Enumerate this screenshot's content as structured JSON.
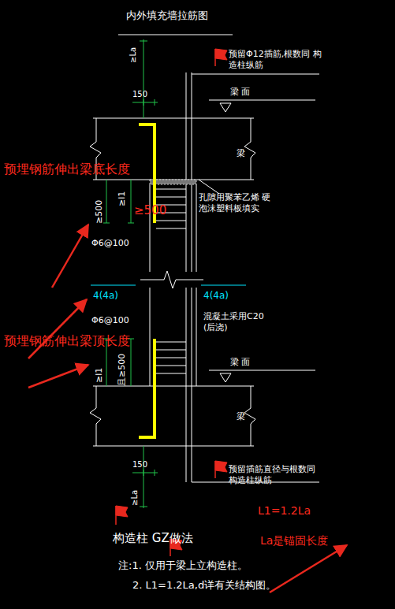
{
  "diagram": {
    "title": "内外填充墙拉筋图",
    "labels": [
      "≥La",
      "150",
      "预留Φ12插筋,根数同 构造柱纵筋",
      "梁 面",
      "梁",
      "预埋钢筋伸出梁底长度",
      "≥500",
      "≥l1",
      "≥500",
      "孔隙用聚苯乙烯 硬泡沫塑料板填实",
      "Φ6@100",
      "4(4a)",
      "4(4a)",
      "预埋钢筋伸出梁顶长度",
      "Φ6@100",
      "混凝土采用C20 (后浇)",
      "梁 面",
      "≥l1",
      "且≥500",
      "梁",
      "150",
      "≥La",
      "预留插筋直径与根数同 构造柱纵筋",
      "L1=1.2La",
      "La是锚固长度",
      "构造柱 GZ做法",
      "注:1. 仅用于梁上立构造柱。",
      "2. L1=1.2La,d详有关结构图。"
    ]
  }
}
